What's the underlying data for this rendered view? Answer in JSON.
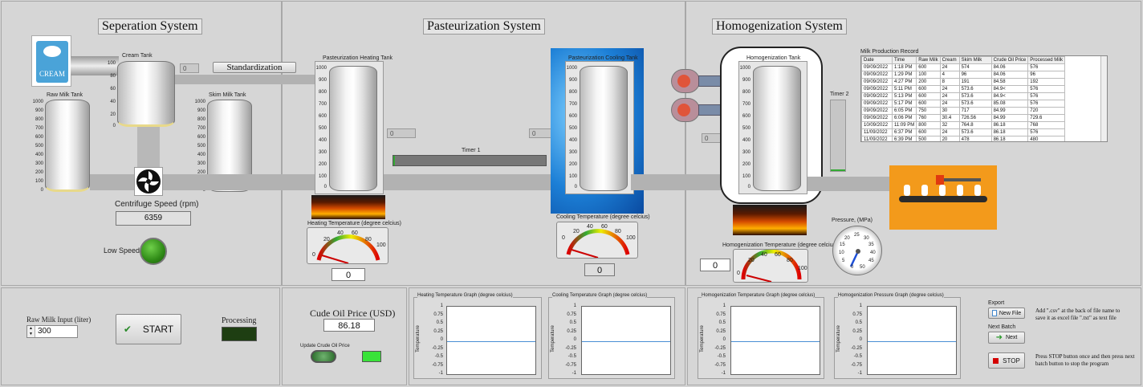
{
  "separation": {
    "title": "Seperation System",
    "cream_icon_label": "CREAM",
    "cream_tank_label": "Cream Tank",
    "cream_scale": [
      "100",
      "80",
      "60",
      "40",
      "20",
      "0"
    ],
    "cream_value": "0",
    "raw_tank_label": "Raw Milk Tank",
    "skim_tank_label": "Skim Milk Tank",
    "tank_scale": [
      "1000",
      "900",
      "800",
      "700",
      "600",
      "500",
      "400",
      "300",
      "200",
      "100",
      "0"
    ],
    "standardization_label": "Standardization",
    "centrifuge_label": "Centrifuge Speed (rpm)",
    "centrifuge_value": "6359",
    "low_speed_label": "Low Speed"
  },
  "pasteurization": {
    "title": "Pasteurization System",
    "heating_tank_label": "Pasteurization Heating Tank",
    "cooling_tank_label": "Pasteurization Cooling Tank",
    "tank_scale": [
      "1000",
      "900",
      "800",
      "700",
      "600",
      "500",
      "400",
      "300",
      "200",
      "100",
      "0"
    ],
    "heating_box_value": "0",
    "cooling_box_value": "0",
    "timer_label": "Timer 1",
    "heating_temp_label": "Heating Temperature (degree celcius)",
    "heating_temp_value": "0",
    "cooling_temp_label": "Cooling Temperature (degree celcius)",
    "cooling_temp_value": "0",
    "gauge_ticks": [
      "0",
      "20",
      "40",
      "60",
      "80",
      "100"
    ]
  },
  "homogenization": {
    "title": "Homogenization System",
    "tank_label": "Homogenization Tank",
    "tank_scale": [
      "1000",
      "900",
      "800",
      "700",
      "600",
      "500",
      "400",
      "300",
      "200",
      "100",
      "0"
    ],
    "side_value": "0",
    "timer_label": "Timer 2",
    "temp_label": "Homogenization Temperature (degree celcius)",
    "temp_value": "0",
    "gauge_ticks": [
      "0",
      "20",
      "40",
      "60",
      "80",
      "100"
    ],
    "pressure_label": "Pressure, (MPa)",
    "pressure_ticks": [
      "0",
      "5",
      "10",
      "15",
      "20",
      "25",
      "30",
      "35",
      "40",
      "45",
      "50"
    ],
    "pressure_value": 0
  },
  "record": {
    "title": "Milk Production Record",
    "headers": [
      "Date",
      "Time",
      "Raw Milk",
      "Cream",
      "Skim Milk",
      "Crude Oil Price",
      "Processed Milk"
    ],
    "rows": [
      [
        "09/09/2022",
        "1:18 PM",
        "600",
        "24",
        "574",
        "84.06",
        "576"
      ],
      [
        "09/09/2022",
        "1:29 PM",
        "100",
        "4",
        "96",
        "84.06",
        "96"
      ],
      [
        "09/09/2022",
        "4:27 PM",
        "200",
        "8",
        "191",
        "84.58",
        "192"
      ],
      [
        "09/09/2022",
        "5:11 PM",
        "600",
        "24",
        "573.6",
        "84.9<",
        "576"
      ],
      [
        "09/09/2022",
        "5:13 PM",
        "600",
        "24",
        "573.6",
        "84.9<",
        "576"
      ],
      [
        "09/09/2022",
        "5:17 PM",
        "600",
        "24",
        "573.6",
        "85.08",
        "576"
      ],
      [
        "09/09/2022",
        "6:05 PM",
        "750",
        "30",
        "717",
        "84.99",
        "720"
      ],
      [
        "09/09/2022",
        "6:06 PM",
        "760",
        "30.4",
        "726.56",
        "84.99",
        "729.6"
      ],
      [
        "10/09/2022",
        "11:09 PM",
        "800",
        "32",
        "764.8",
        "86.18",
        "768"
      ],
      [
        "11/09/2022",
        "6:37 PM",
        "600",
        "24",
        "573.6",
        "86.18",
        "576"
      ],
      [
        "11/09/2022",
        "6:39 PM",
        "500",
        "20",
        "478",
        "86.18",
        "480"
      ]
    ]
  },
  "controls": {
    "raw_input_label": "Raw Milk Input (liter)",
    "raw_input_value": "300",
    "start_label": "START",
    "processing_label": "Processing",
    "crude_label": "Cude Oil Price (USD)",
    "crude_value": "86.18",
    "update_label": "Update Crude Oil Price"
  },
  "graphs": [
    {
      "title": "Heating Temperature Graph (degree celcius)",
      "ylabel": "Temperature",
      "ticks": [
        "1",
        "0.75",
        "0.5",
        "0.25",
        "0",
        "-0.25",
        "-0.5",
        "-0.75",
        "-1"
      ]
    },
    {
      "title": "Cooling Temperature Graph (degree celcius)",
      "ylabel": "Temperature",
      "ticks": [
        "1",
        "0.75",
        "0.5",
        "0.25",
        "0",
        "-0.25",
        "-0.5",
        "-0.75",
        "-1"
      ]
    },
    {
      "title": "Homogenization Temperature Graph (degree celcius)",
      "ylabel": "Temperature",
      "ticks": [
        "1",
        "0.75",
        "0.5",
        "0.25",
        "0",
        "-0.25",
        "-0.5",
        "-0.75",
        "-1"
      ]
    },
    {
      "title": "Homogenization Pressure Graph (degree celcius)",
      "ylabel": "Temperature",
      "ticks": [
        "1",
        "0.75",
        "0.5",
        "0.25",
        "0",
        "-0.25",
        "-0.5",
        "-0.75",
        "-1"
      ]
    }
  ],
  "export": {
    "export_label": "Export",
    "new_file_label": "New File",
    "next_batch_label": "Next Batch",
    "next_label": "Next",
    "stop_label": "STOP",
    "note_export": "Add \".csv\" at the back of file name to save it as excel file \".txt\" as text file",
    "note_stop": "Press STOP button once and then press next batch button to stop the program"
  },
  "colors": {
    "led_green": "#3a9a1a",
    "led_dark_green": "#1e3e12",
    "toggle_green": "#39e339",
    "stop_red": "#d40000",
    "cooling_bg": "#2a8ee0",
    "conveyor_orange": "#f39a1b"
  }
}
